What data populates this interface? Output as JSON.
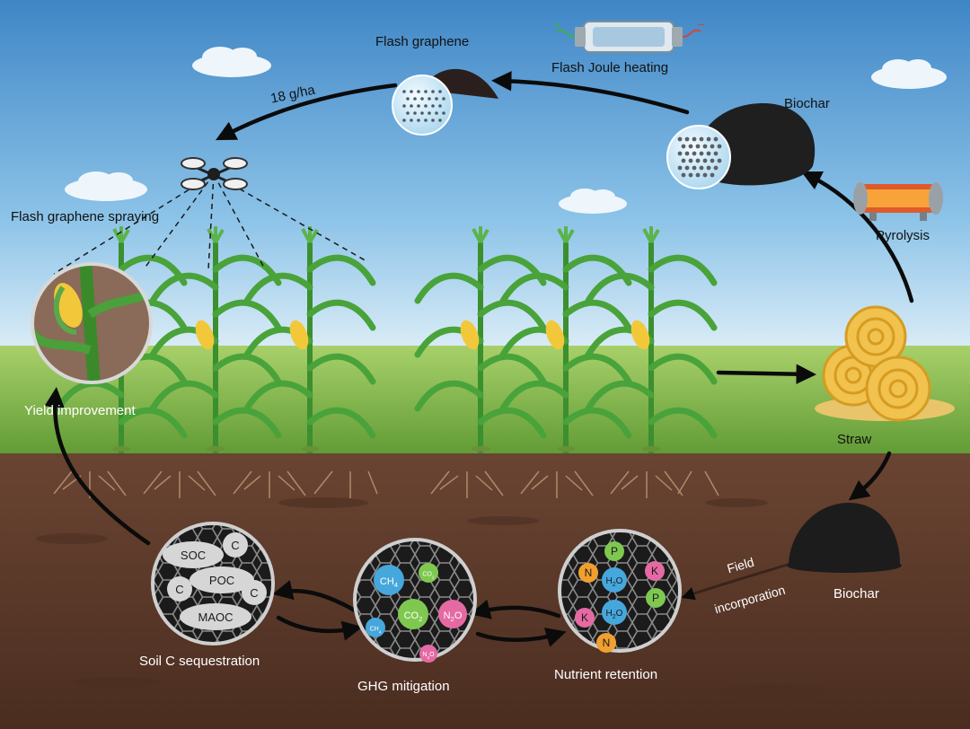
{
  "labels": {
    "flash_graphene": "Flash graphene",
    "flash_joule": "Flash Joule heating",
    "biochar_top": "Biochar",
    "pyrolysis": "Pyrolysis",
    "rate": "18 g/ha",
    "spraying": "Flash graphene spraying",
    "yield": "Yield improvement",
    "straw": "Straw",
    "biochar_bottom": "Biochar",
    "field_incorporation_1": "Field",
    "field_incorporation_2": "incorporation",
    "soil_c": "Soil C sequestration",
    "ghg": "GHG mitigation",
    "nutrient": "Nutrient retention"
  },
  "soil_c_terms": [
    "SOC",
    "C",
    "POC",
    "C",
    "C",
    "MAOC"
  ],
  "ghg_molecules": [
    "CH4",
    "CO2",
    "CO2",
    "N2O",
    "CH4",
    "N2O"
  ],
  "nutrient_ions": [
    "P",
    "N",
    "H2O",
    "K",
    "K",
    "H2O",
    "P",
    "N"
  ],
  "colors": {
    "sky_top": "#3f86c6",
    "sky_bottom": "#d9ecf7",
    "grass": "#7fb84a",
    "soil": "#5b3a2a",
    "biochar": "#1f1f1f",
    "straw": "#f3c64b",
    "ion_blue": "#46a7dd",
    "ion_green": "#7ec850",
    "ion_pink": "#e56aa4",
    "ion_orange": "#f0a030"
  }
}
